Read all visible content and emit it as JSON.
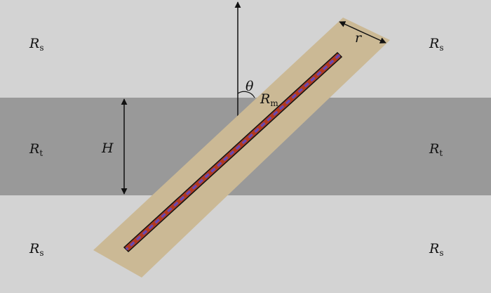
{
  "layers": {
    "shoulder_top": {
      "label_main": "R",
      "label_sub": "s",
      "color": "#d3d3d3"
    },
    "target": {
      "label_main": "R",
      "label_sub": "t",
      "color": "#999999"
    },
    "shoulder_bottom": {
      "label_main": "R",
      "label_sub": "s",
      "color": "#d3d3d3"
    }
  },
  "annotations": {
    "thickness": "H",
    "angle": "θ",
    "invasion_radius": "r",
    "mud_main": "R",
    "mud_sub": "m"
  },
  "colors": {
    "invaded_zone": "#cbb995",
    "borehole_outline": "#111111",
    "borehole_fill": "#b03a22",
    "borehole_dashes": "#6a48b0",
    "arrow": "#111111"
  }
}
